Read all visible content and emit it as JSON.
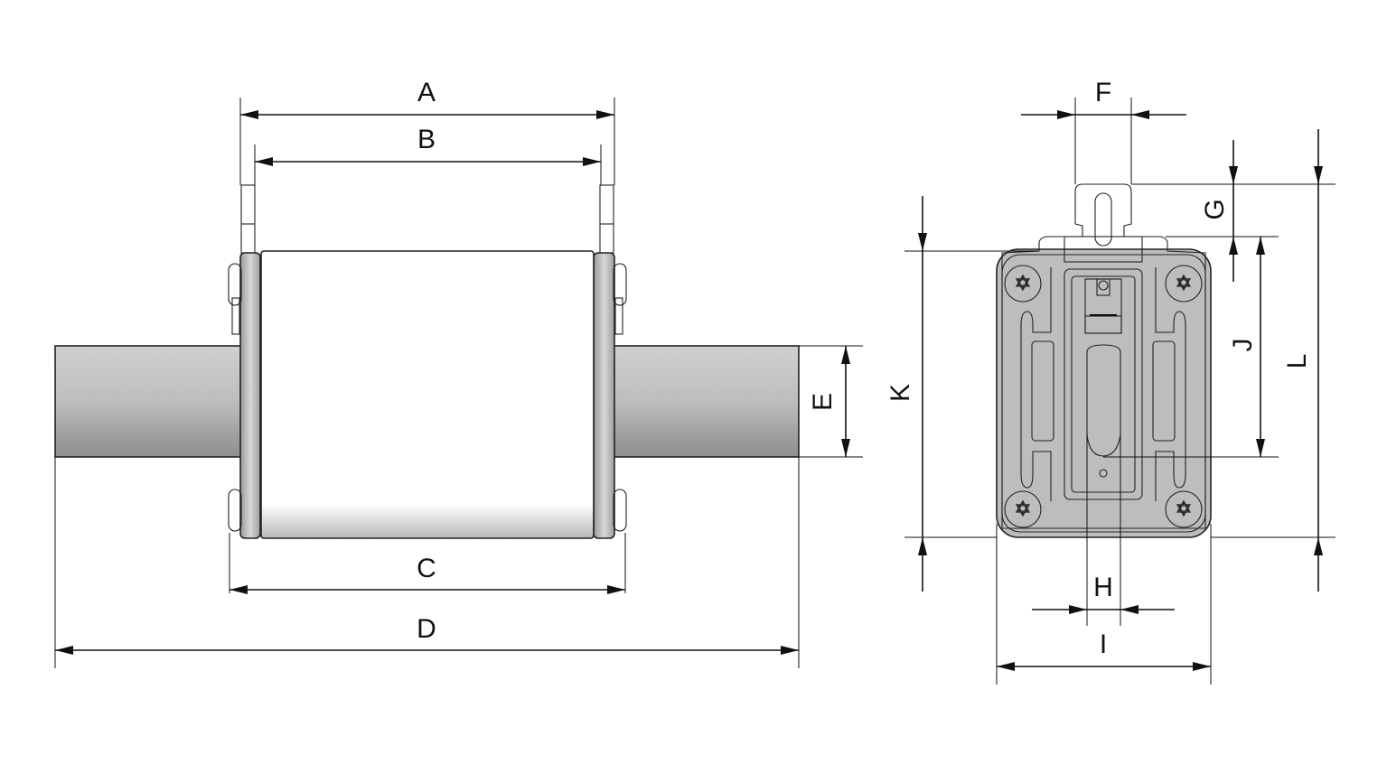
{
  "title": "Fuse link dimension drawing",
  "labels": {
    "A": "A",
    "B": "B",
    "C": "C",
    "D": "D",
    "E": "E",
    "F": "F",
    "G": "G",
    "H": "H",
    "I": "I",
    "J": "J",
    "K": "K",
    "L": "L"
  },
  "colors": {
    "line": "#111111",
    "metal": "#c8c8c8",
    "body": "#ffffff"
  }
}
